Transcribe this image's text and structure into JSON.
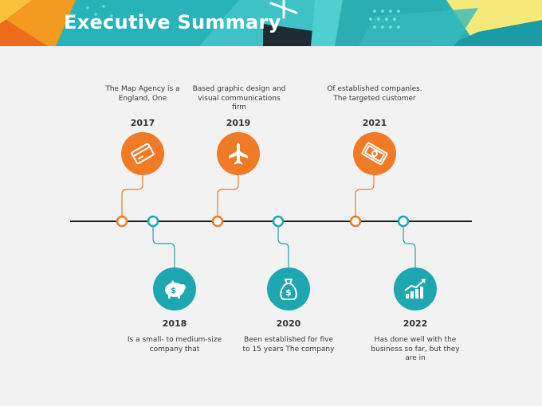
{
  "title": "Executive Summary",
  "colors": {
    "accent_orange": "#f07a25",
    "accent_teal": "#1ea7ae",
    "background": "#f2f2f3",
    "timeline_line": "#1c1c1c"
  },
  "milestones": [
    {
      "year": "2017",
      "text": "The Map Agency is a England, One",
      "color": "orange",
      "icon": "credit-card-icon"
    },
    {
      "year": "2018",
      "text": "Is a small- to medium-size company that",
      "color": "teal",
      "icon": "piggy-bank-icon"
    },
    {
      "year": "2019",
      "text": "Based graphic design and visual communications firm",
      "color": "orange",
      "icon": "airplane-icon"
    },
    {
      "year": "2020",
      "text": "Been established for five to 15 years The company",
      "color": "teal",
      "icon": "money-bag-icon"
    },
    {
      "year": "2021",
      "text": "Of established companies. The targeted customer",
      "color": "orange",
      "icon": "banknote-icon"
    },
    {
      "year": "2022",
      "text": "Has done well with the business so far, but they are in",
      "color": "teal",
      "icon": "growth-chart-icon"
    }
  ]
}
